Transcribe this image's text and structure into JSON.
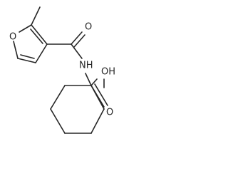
{
  "molecule": {
    "atoms": {
      "furan_oxygen": "O",
      "carbonyl_oxygen": "O",
      "amide_nitrogen": "NH",
      "acid_hydroxyl": "OH",
      "acid_oxygen": "O"
    }
  },
  "colors": {
    "bond": "#262626",
    "label": "#262626",
    "background": "#ffffff"
  }
}
